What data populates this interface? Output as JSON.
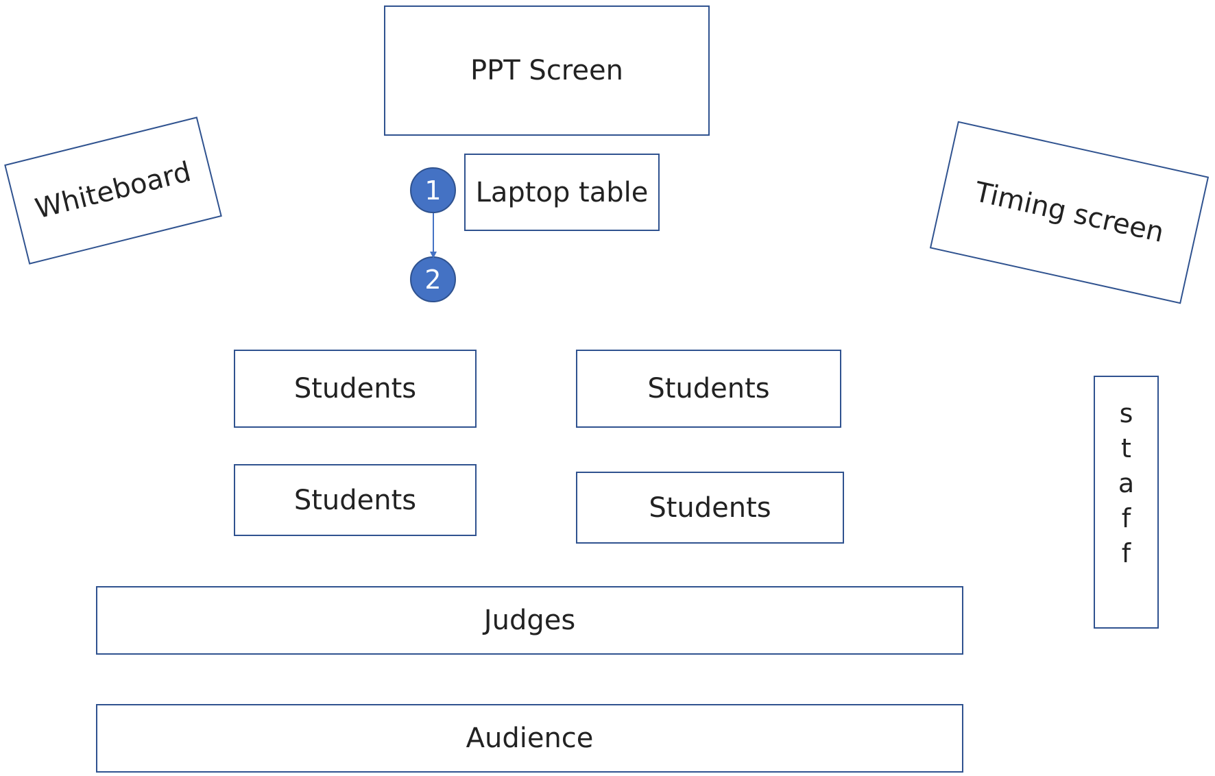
{
  "diagram": {
    "ppt_screen": "PPT Screen",
    "laptop_table": "Laptop table",
    "whiteboard": "Whiteboard",
    "timing_screen": "Timing screen",
    "students": [
      "Students",
      "Students",
      "Students",
      "Students"
    ],
    "staff_letters": [
      "s",
      "t",
      "a",
      "f",
      "f"
    ],
    "judges": "Judges",
    "audience": "Audience",
    "markers": [
      "1",
      "2"
    ]
  },
  "colors": {
    "outline": "#2F528F",
    "marker_fill": "#4472C4",
    "text": "#222222"
  }
}
